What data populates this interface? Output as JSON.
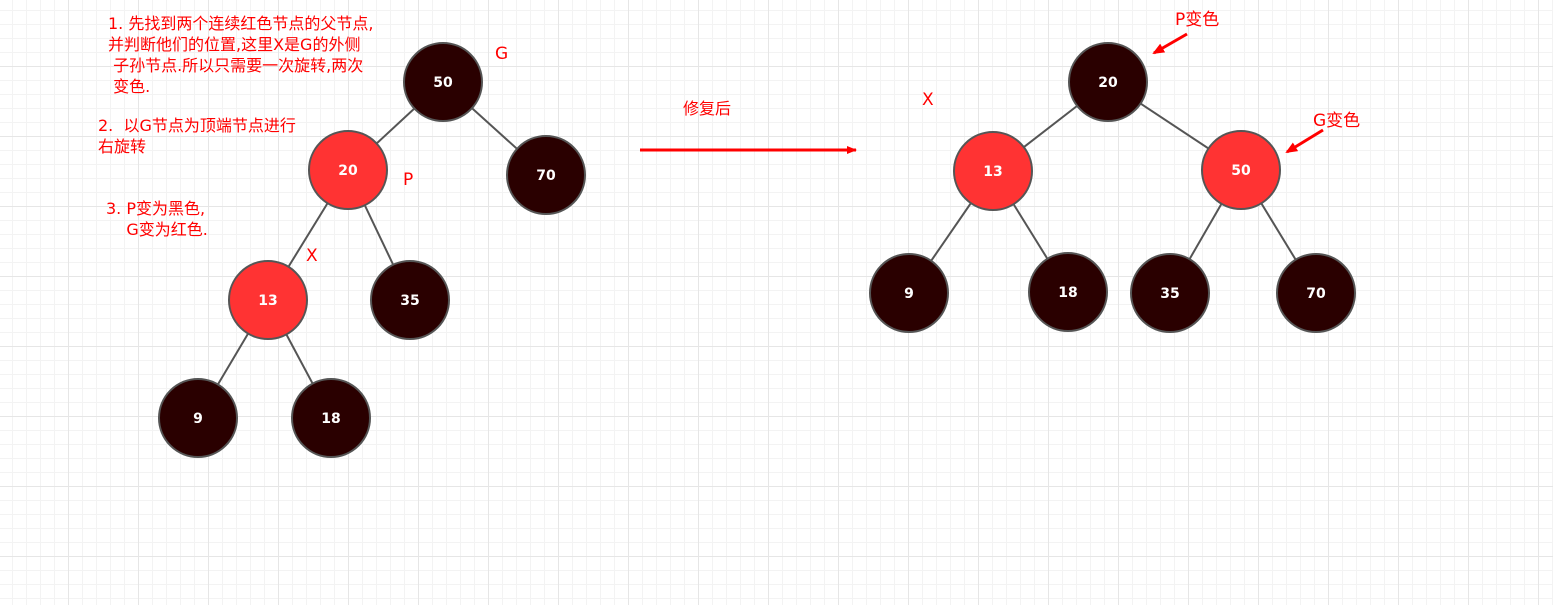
{
  "notes": {
    "step1": "1. 先找到两个连续红色节点的父节点,\n并判断他们的位置,这里X是G的外侧\n 子孙节点.所以只需要一次旋转,两次\n 变色.",
    "step2": "2.  以G节点为顶端节点进行\n右旋转",
    "step3": "3. P变为黑色,\n    G变为红色.",
    "after_label": "修复后"
  },
  "colors": {
    "black_node": "#2a0000",
    "red_node": "#ff3333",
    "node_stroke": "#555555",
    "edge": "#555555",
    "annotation": "#ff0000"
  },
  "before_tree": {
    "tags": {
      "g": "G",
      "p": "P",
      "x": "X"
    },
    "nodes": [
      {
        "id": "b50",
        "value": "50",
        "color": "black"
      },
      {
        "id": "b20",
        "value": "20",
        "color": "red"
      },
      {
        "id": "b70",
        "value": "70",
        "color": "black"
      },
      {
        "id": "b13",
        "value": "13",
        "color": "red"
      },
      {
        "id": "b35",
        "value": "35",
        "color": "black"
      },
      {
        "id": "b9",
        "value": "9",
        "color": "black"
      },
      {
        "id": "b18",
        "value": "18",
        "color": "black"
      }
    ],
    "edges": [
      [
        "b50",
        "b20"
      ],
      [
        "b50",
        "b70"
      ],
      [
        "b20",
        "b13"
      ],
      [
        "b20",
        "b35"
      ],
      [
        "b13",
        "b9"
      ],
      [
        "b13",
        "b18"
      ]
    ]
  },
  "after_tree": {
    "tags": {
      "x": "X",
      "p_changed": "P变色",
      "g_changed": "G变色"
    },
    "nodes": [
      {
        "id": "a20",
        "value": "20",
        "color": "black"
      },
      {
        "id": "a13",
        "value": "13",
        "color": "red"
      },
      {
        "id": "a50",
        "value": "50",
        "color": "red"
      },
      {
        "id": "a9",
        "value": "9",
        "color": "black"
      },
      {
        "id": "a18",
        "value": "18",
        "color": "black"
      },
      {
        "id": "a35",
        "value": "35",
        "color": "black"
      },
      {
        "id": "a70",
        "value": "70",
        "color": "black"
      }
    ],
    "edges": [
      [
        "a20",
        "a13"
      ],
      [
        "a20",
        "a50"
      ],
      [
        "a13",
        "a9"
      ],
      [
        "a13",
        "a18"
      ],
      [
        "a50",
        "a35"
      ],
      [
        "a50",
        "a70"
      ]
    ]
  }
}
